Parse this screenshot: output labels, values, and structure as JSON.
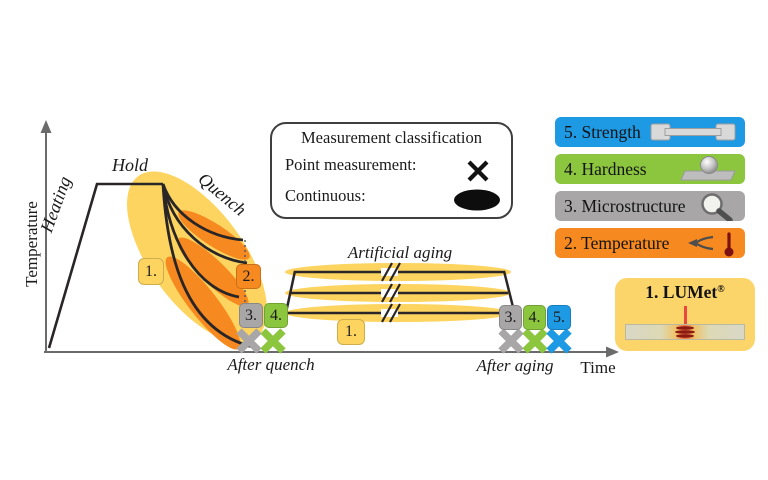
{
  "colors": {
    "yellow": "#FCD45F",
    "orange": "#F6891F",
    "gray": "#A8A6A7",
    "green": "#8CC63F",
    "blue": "#1E99E4",
    "ink": "#2A2627",
    "axis": "#6B6B6B",
    "lumet_bg": "#FBD56A",
    "laser_red": "#E8483F"
  },
  "axes": {
    "y": "Temperature",
    "x": "Time"
  },
  "curve_labels": {
    "heating": "Heating",
    "hold": "Hold",
    "quench": "Quench",
    "artificial_aging": "Artificial aging",
    "after_quench": "After quench",
    "after_aging": "After aging"
  },
  "classification": {
    "title": "Measurement classification",
    "point_label": "Point measurement:",
    "point_symbol": "x-mark",
    "continuous_label": "Continuous:",
    "continuous_symbol": "filled-ellipse"
  },
  "legend": {
    "strength": {
      "label": "5. Strength",
      "color": "#1E99E4",
      "icon": "tensile-specimen"
    },
    "hardness": {
      "label": "4. Hardness",
      "color": "#8CC63F",
      "icon": "ball-indenter"
    },
    "microstructure": {
      "label": "3. Microstructure",
      "color": "#A8A6A7",
      "icon": "magnifier"
    },
    "temperature": {
      "label": "2. Temperature",
      "color": "#F6891F",
      "icon": "thermocouple-thermometer"
    }
  },
  "lumet": {
    "label": "1. LUMet",
    "reg": "®"
  },
  "badges": {
    "b1": "1.",
    "b2": "2.",
    "b3": "3.",
    "b4": "4.",
    "b5": "5."
  }
}
